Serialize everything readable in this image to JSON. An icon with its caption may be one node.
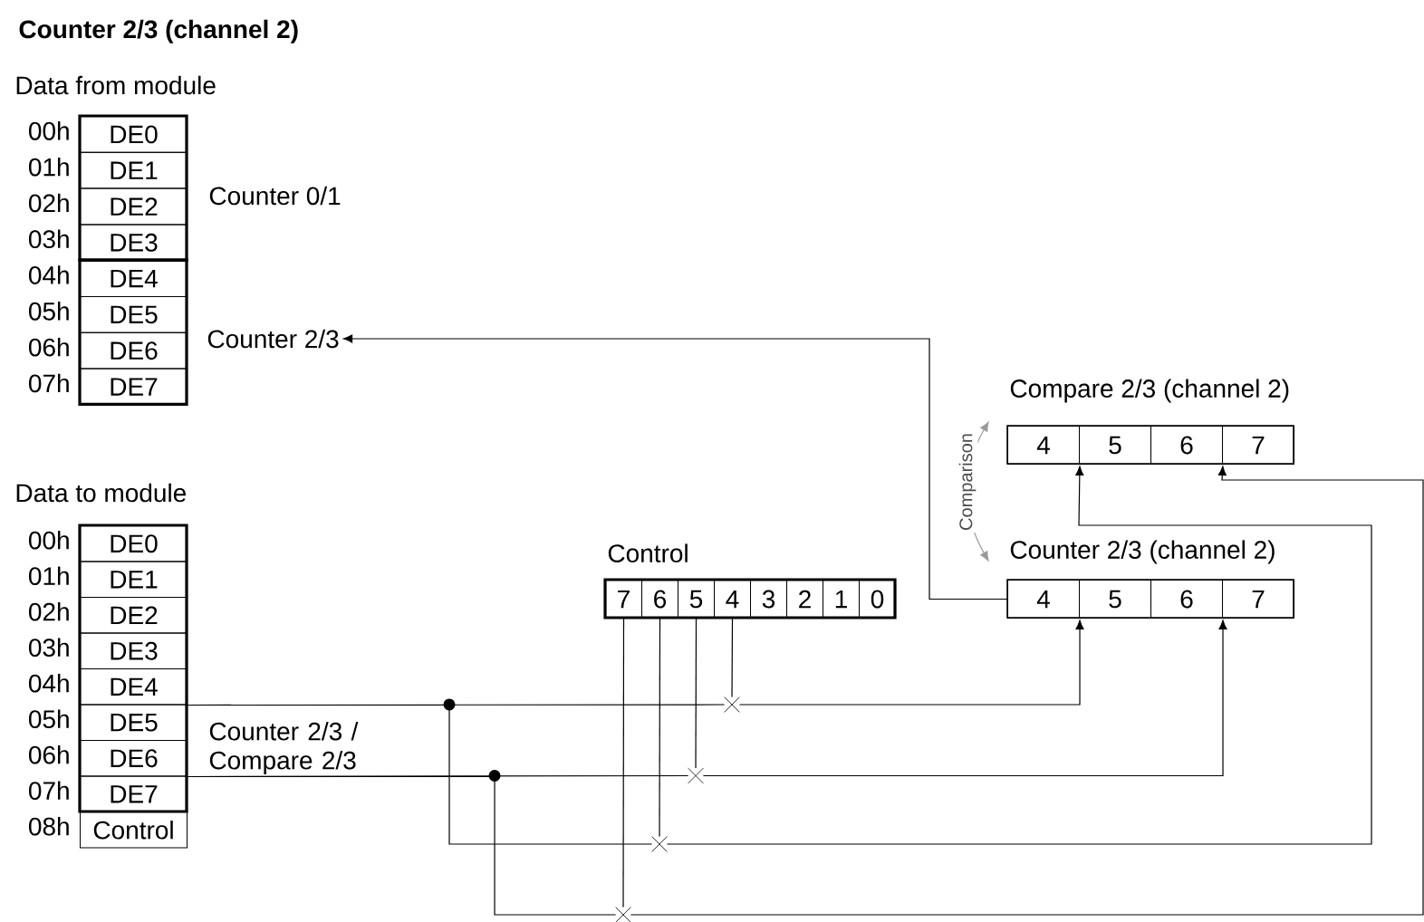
{
  "diagram": {
    "title": "Counter 2/3 (channel 2)",
    "nodes": [
      {
        "text": [
          "DE0"
        ],
        "beside": [
          "00h"
        ]
      },
      {
        "text": [
          "DE1"
        ],
        "beside": [
          "01h"
        ]
      },
      {
        "text": [
          "DE2"
        ],
        "beside": [
          "02h"
        ]
      },
      {
        "text": [
          "DE3"
        ],
        "beside": [
          "03h"
        ]
      },
      {
        "text": [
          "DE4"
        ],
        "beside": [
          "04h"
        ]
      },
      {
        "text": [
          "DE5"
        ],
        "beside": [
          "05h"
        ]
      },
      {
        "text": [
          "DE6"
        ],
        "beside": [
          "06h"
        ]
      },
      {
        "text": [
          "DE7"
        ],
        "beside": [
          "07h"
        ]
      },
      {
        "text": [
          "Counter 2/3"
        ]
      },
      {
        "text": [
          "Compare 2/3 (channel 2)"
        ]
      },
      {
        "text": [
          "4"
        ],
        "in": 9
      },
      {
        "text": [
          "5"
        ],
        "in": 9
      },
      {
        "text": [
          "6"
        ],
        "in": 9
      },
      {
        "text": [
          "7"
        ],
        "in": 9
      },
      {
        "text": [
          "DE0"
        ],
        "beside": [
          "00h"
        ]
      },
      {
        "text": [
          "DE1"
        ],
        "beside": [
          "01h"
        ]
      },
      {
        "text": [
          "DE2"
        ],
        "beside": [
          "02h"
        ]
      },
      {
        "text": [
          "DE3"
        ],
        "beside": [
          "03h"
        ]
      },
      {
        "text": [
          "DE4"
        ],
        "beside": [
          "04h"
        ]
      },
      {
        "text": [
          "DE5"
        ],
        "beside": [
          "05h"
        ]
      },
      {
        "text": [
          "DE6"
        ],
        "beside": [
          "06h"
        ]
      },
      {
        "text": [
          "DE7"
        ],
        "beside": [
          "07h"
        ]
      },
      {
        "text": [
          "Control"
        ],
        "beside": [
          "08h"
        ]
      },
      {
        "text": [
          "Control"
        ]
      },
      {
        "text": [
          "7"
        ],
        "in": 23
      },
      {
        "text": [
          "6"
        ],
        "in": 23
      },
      {
        "text": [
          "5"
        ],
        "in": 23
      },
      {
        "text": [
          "4"
        ],
        "in": 23
      },
      {
        "text": [
          "3"
        ],
        "in": 23
      },
      {
        "text": [
          "2"
        ],
        "in": 23
      },
      {
        "text": [
          "1"
        ],
        "in": 23
      },
      {
        "text": [
          "0"
        ],
        "in": 23
      },
      {
        "text": [
          "Counter 2/3 (channel 2)"
        ]
      },
      {
        "text": [
          "4"
        ],
        "in": 32
      },
      {
        "text": [
          "5"
        ],
        "in": 32
      },
      {
        "text": [
          "6"
        ],
        "in": 32
      },
      {
        "text": [
          "7"
        ],
        "in": 32
      },
      {
        "text": [],
        "shape": "cross"
      },
      {
        "text": [],
        "shape": "cross"
      },
      {
        "text": [],
        "shape": "cross"
      },
      {
        "text": [],
        "shape": "cross"
      }
    ],
    "edges": [
      {
        "from": 33,
        "to": 8,
        "arrow": "to"
      },
      {
        "from": 32,
        "to": 9,
        "arrow": "both",
        "label": "Comparison",
        "color": "#999999"
      },
      {
        "from": 18,
        "to": 37,
        "arrow": "none"
      },
      {
        "from": 37,
        "to": 33,
        "arrow": "to"
      },
      {
        "from": 18,
        "to": 39,
        "arrow": "none"
      },
      {
        "from": 39,
        "to": 10,
        "arrow": "to"
      },
      {
        "from": 20,
        "to": 38,
        "arrow": "none"
      },
      {
        "from": 38,
        "to": 35,
        "arrow": "to"
      },
      {
        "from": 20,
        "to": 40,
        "arrow": "none"
      },
      {
        "from": 40,
        "to": 12,
        "arrow": "to"
      },
      {
        "from": 27,
        "to": 37,
        "arrow": "none"
      },
      {
        "from": 26,
        "to": 38,
        "arrow": "none"
      },
      {
        "from": 25,
        "to": 39,
        "arrow": "none"
      },
      {
        "from": 24,
        "to": 40,
        "arrow": "none"
      }
    ],
    "labels": [
      "Data from module",
      "Counter 0/1",
      "Data to module",
      "Counter 2/3 / Compare 2/3"
    ]
  }
}
